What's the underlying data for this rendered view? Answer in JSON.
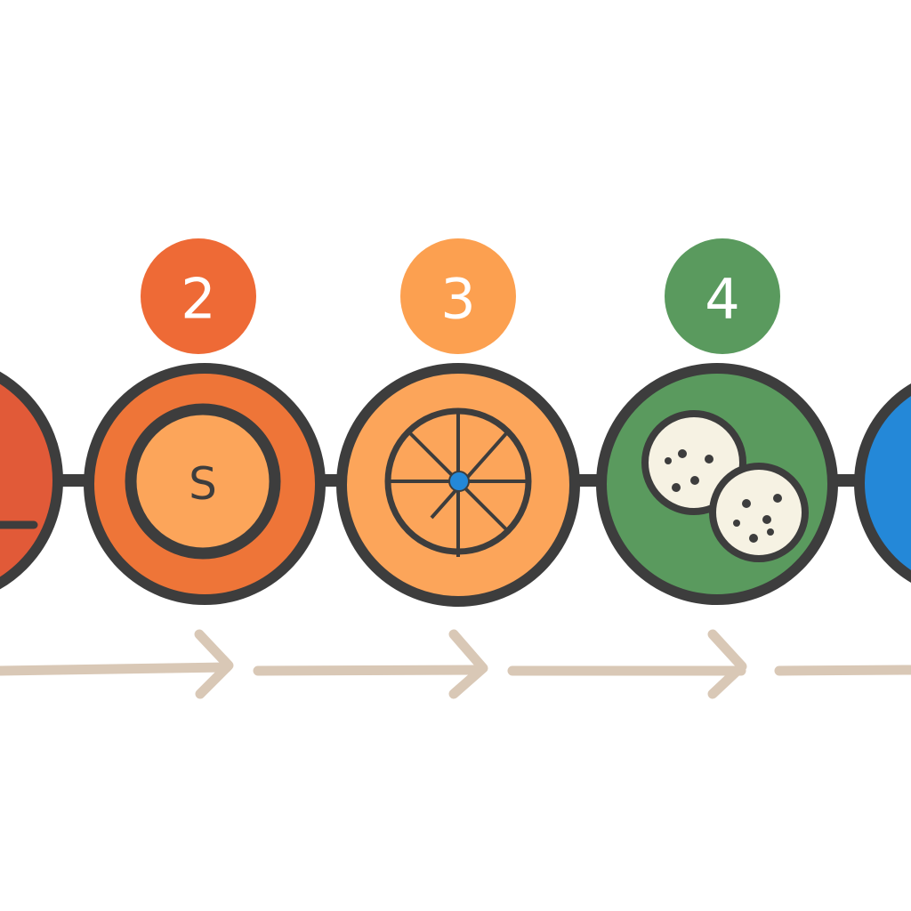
{
  "steps": [
    {
      "number": "",
      "ring_color": "#e15a38",
      "badge_color": "",
      "icon": "partial-icon"
    },
    {
      "number": "2",
      "ring_color": "#ee7538",
      "badge_color": "#ee6a36",
      "icon": "coin-icon",
      "icon_text": "S"
    },
    {
      "number": "3",
      "ring_color": "#fca55a",
      "badge_color": "#fca050",
      "icon": "wheel-icon"
    },
    {
      "number": "4",
      "ring_color": "#5a9a5e",
      "badge_color": "#5a9a5e",
      "icon": "cookies-icon"
    },
    {
      "number": "",
      "ring_color": "#2488d8",
      "badge_color": "",
      "icon": ""
    }
  ],
  "colors": {
    "outline": "#3d3d3d",
    "arrow": "#d9c8b6",
    "cookie": "#f6f2e3",
    "hub": "#2488d8"
  }
}
